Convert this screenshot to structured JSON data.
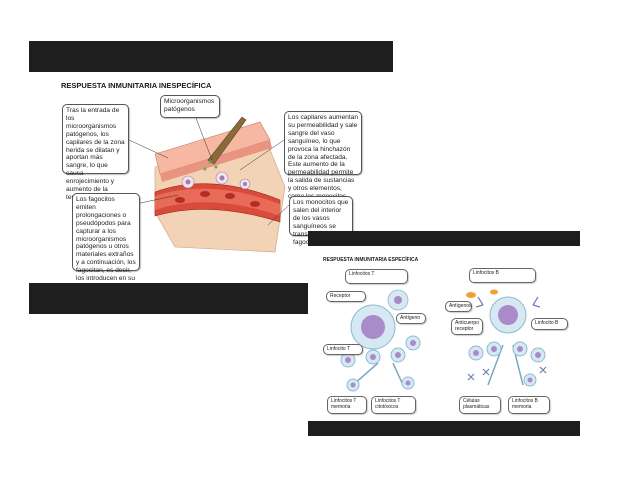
{
  "slide1": {
    "title": "RESPUESTA INMUNITARIA INESPECÍFICA",
    "callouts": {
      "vasodilation": "Tras la entrada de los microorganismos patógenos, los capilares de la zona herida se dilatan y aportan más sangre, lo que causa enrojecimiento y aumento de la temperatura.",
      "microorganisms": "Microorganismos patógenos",
      "capillaries": "Los capilares aumentan su permeabilidad y sale sangre del vaso sanguíneo, lo que provoca la hinchazón de la zona afectada. Este aumento de la permeabilidad permite la salida de sustancias y otros elementos, como los monocitos.",
      "phagocytes": "Los fagocitos emiten prolongaciones o pseudópodos para capturar a los microorganismos patógenos u otros materiales extraños y a continuación, los fagocitan, es decir, los introducen en su interior para eliminarlos.",
      "monocytes": "Los monocitos que salen del interior de los vasos sanguíneos se transforman en fagocitos."
    }
  },
  "slide2": {
    "title": "RESPUESTA INMUNITARIA ESPECÍFICA",
    "labels": {
      "t_lymphocytes": "Linfocitos T",
      "receptor": "Receptor",
      "antigen_t": "Antígeno",
      "t_lymphocyte": "Linfocito T",
      "t_memory": "Linfocitos T memoria",
      "t_cytotoxic": "Linfocitos T citotóxicos",
      "b_lymphocytes": "Linfocitos B",
      "antigens_b": "Antígenos",
      "antibody_receptor": "Anticuerpo receptor",
      "b_lymphocyte": "Linfocito B",
      "plasma_cells": "Células plasmáticas",
      "b_memory": "Linfocitos B memoria"
    }
  },
  "colors": {
    "bar": "#1e1e1e",
    "tissue_skin": "#f0c8a0",
    "blood_vessel": "#d84a3a",
    "cell_blue": "#b9d9ea",
    "nucleus_purple": "#a98bc9"
  }
}
